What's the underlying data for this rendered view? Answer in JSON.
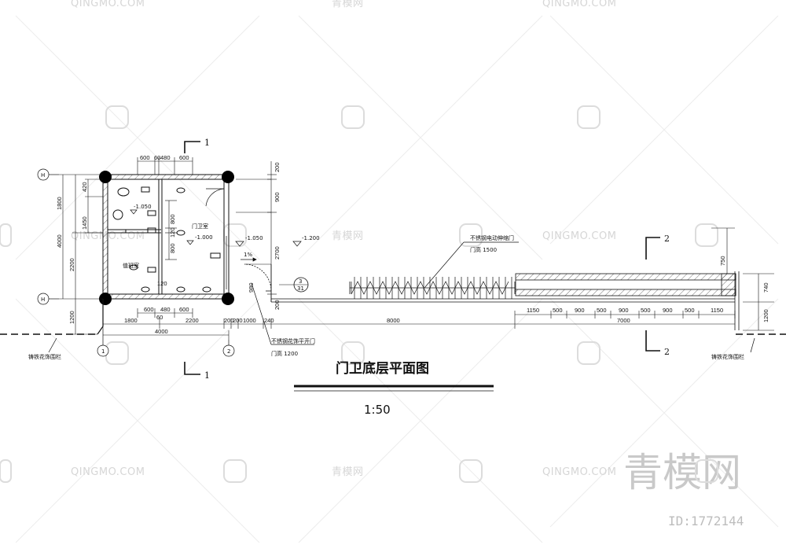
{
  "drawing": {
    "title": "门卫底层平面图",
    "scale": "1:50"
  },
  "rooms": {
    "guard_room": "门卫室",
    "guard_room_level": "-1.000",
    "duty_room": "值班室",
    "toilet_level": "-1.050"
  },
  "levels": {
    "outside_level": "-1.050",
    "gate_level": "-1.200",
    "slope": "1%"
  },
  "sections": {
    "section_1_top": "1",
    "section_1_bottom": "1",
    "section_2_top": "2",
    "section_2_bottom": "2",
    "detail_top": "3",
    "detail_bottom": "31"
  },
  "grid_axes": {
    "axis_h1": "H",
    "axis_h2": "H",
    "axis_v1": "1",
    "axis_v2": "2"
  },
  "notes": {
    "auto_gate_line1": "不锈钢电动伸缩门",
    "auto_gate_line2": "门高 1500",
    "side_gate_line1": "不锈钢花饰平开门",
    "side_gate_line2": "门高 1200",
    "fence_left": "铸铁花饰围栏",
    "fence_right": "铸铁花饰围栏"
  },
  "dimensions": {
    "top_row": [
      "600",
      "60",
      "480",
      "600"
    ],
    "left_outer": [
      "1800",
      "2200",
      "1200"
    ],
    "left_total": "4000",
    "left_inner": [
      "420",
      "1450"
    ],
    "mid_inner": [
      "800",
      "120",
      "800"
    ],
    "small_120": "120",
    "bottom_small": [
      "600",
      "480",
      "600"
    ],
    "bottom_60": "60",
    "bottom_row": [
      "1800",
      "2200",
      "200",
      "200",
      "1000",
      "240",
      "8000",
      "7000"
    ],
    "bottom_total": "4000",
    "right_column": [
      "200",
      "900",
      "2700",
      "200"
    ],
    "door_980": "980",
    "gate_segments": [
      "1150",
      "500",
      "900",
      "500",
      "900",
      "500",
      "900",
      "500",
      "1150"
    ],
    "right_edge": [
      "750",
      "740",
      "1200"
    ]
  },
  "watermarks": {
    "brand_latin": "QINGMO.COM",
    "brand_cn_small": "青模网",
    "brand_cn_big": "青模网",
    "id_text": "ID:1772144"
  },
  "colors": {
    "line": "#111111",
    "watermark": "#d6d6d6",
    "hatch": "#111111"
  }
}
